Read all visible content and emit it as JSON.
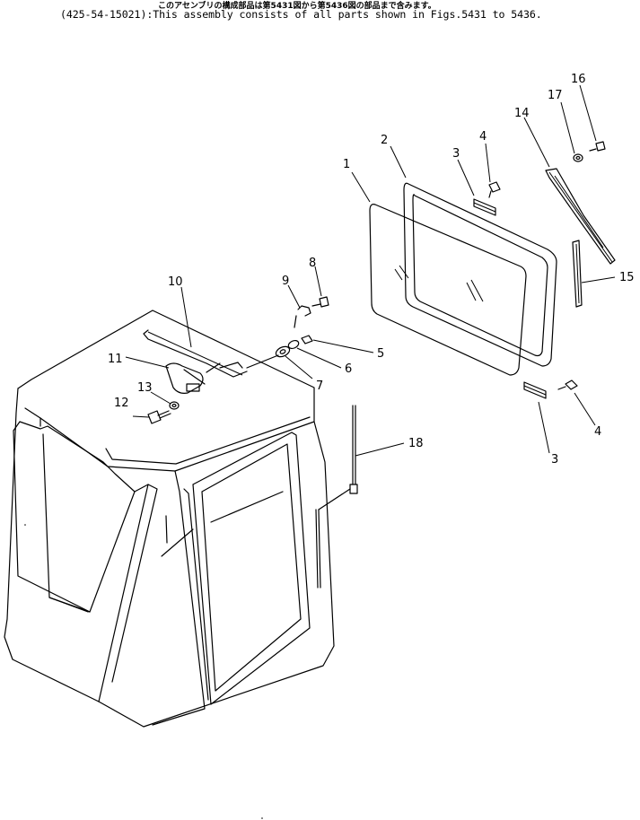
{
  "header": {
    "japanese_note": "このアセンブリの構成部品は第5431図から第5436図の部品まで含みます。",
    "english_note": "(425-54-15021):This assembly consists of all parts shown in Figs.5431 to 5436."
  },
  "callouts": {
    "n1": "1",
    "n2": "2",
    "n3a": "3",
    "n3b": "3",
    "n4a": "4",
    "n4b": "4",
    "n5": "5",
    "n6": "6",
    "n7": "7",
    "n8": "8",
    "n9": "9",
    "n10": "10",
    "n11": "11",
    "n12": "12",
    "n13": "13",
    "n14": "14",
    "n15": "15",
    "n16": "16",
    "n17": "17",
    "n18": "18"
  }
}
